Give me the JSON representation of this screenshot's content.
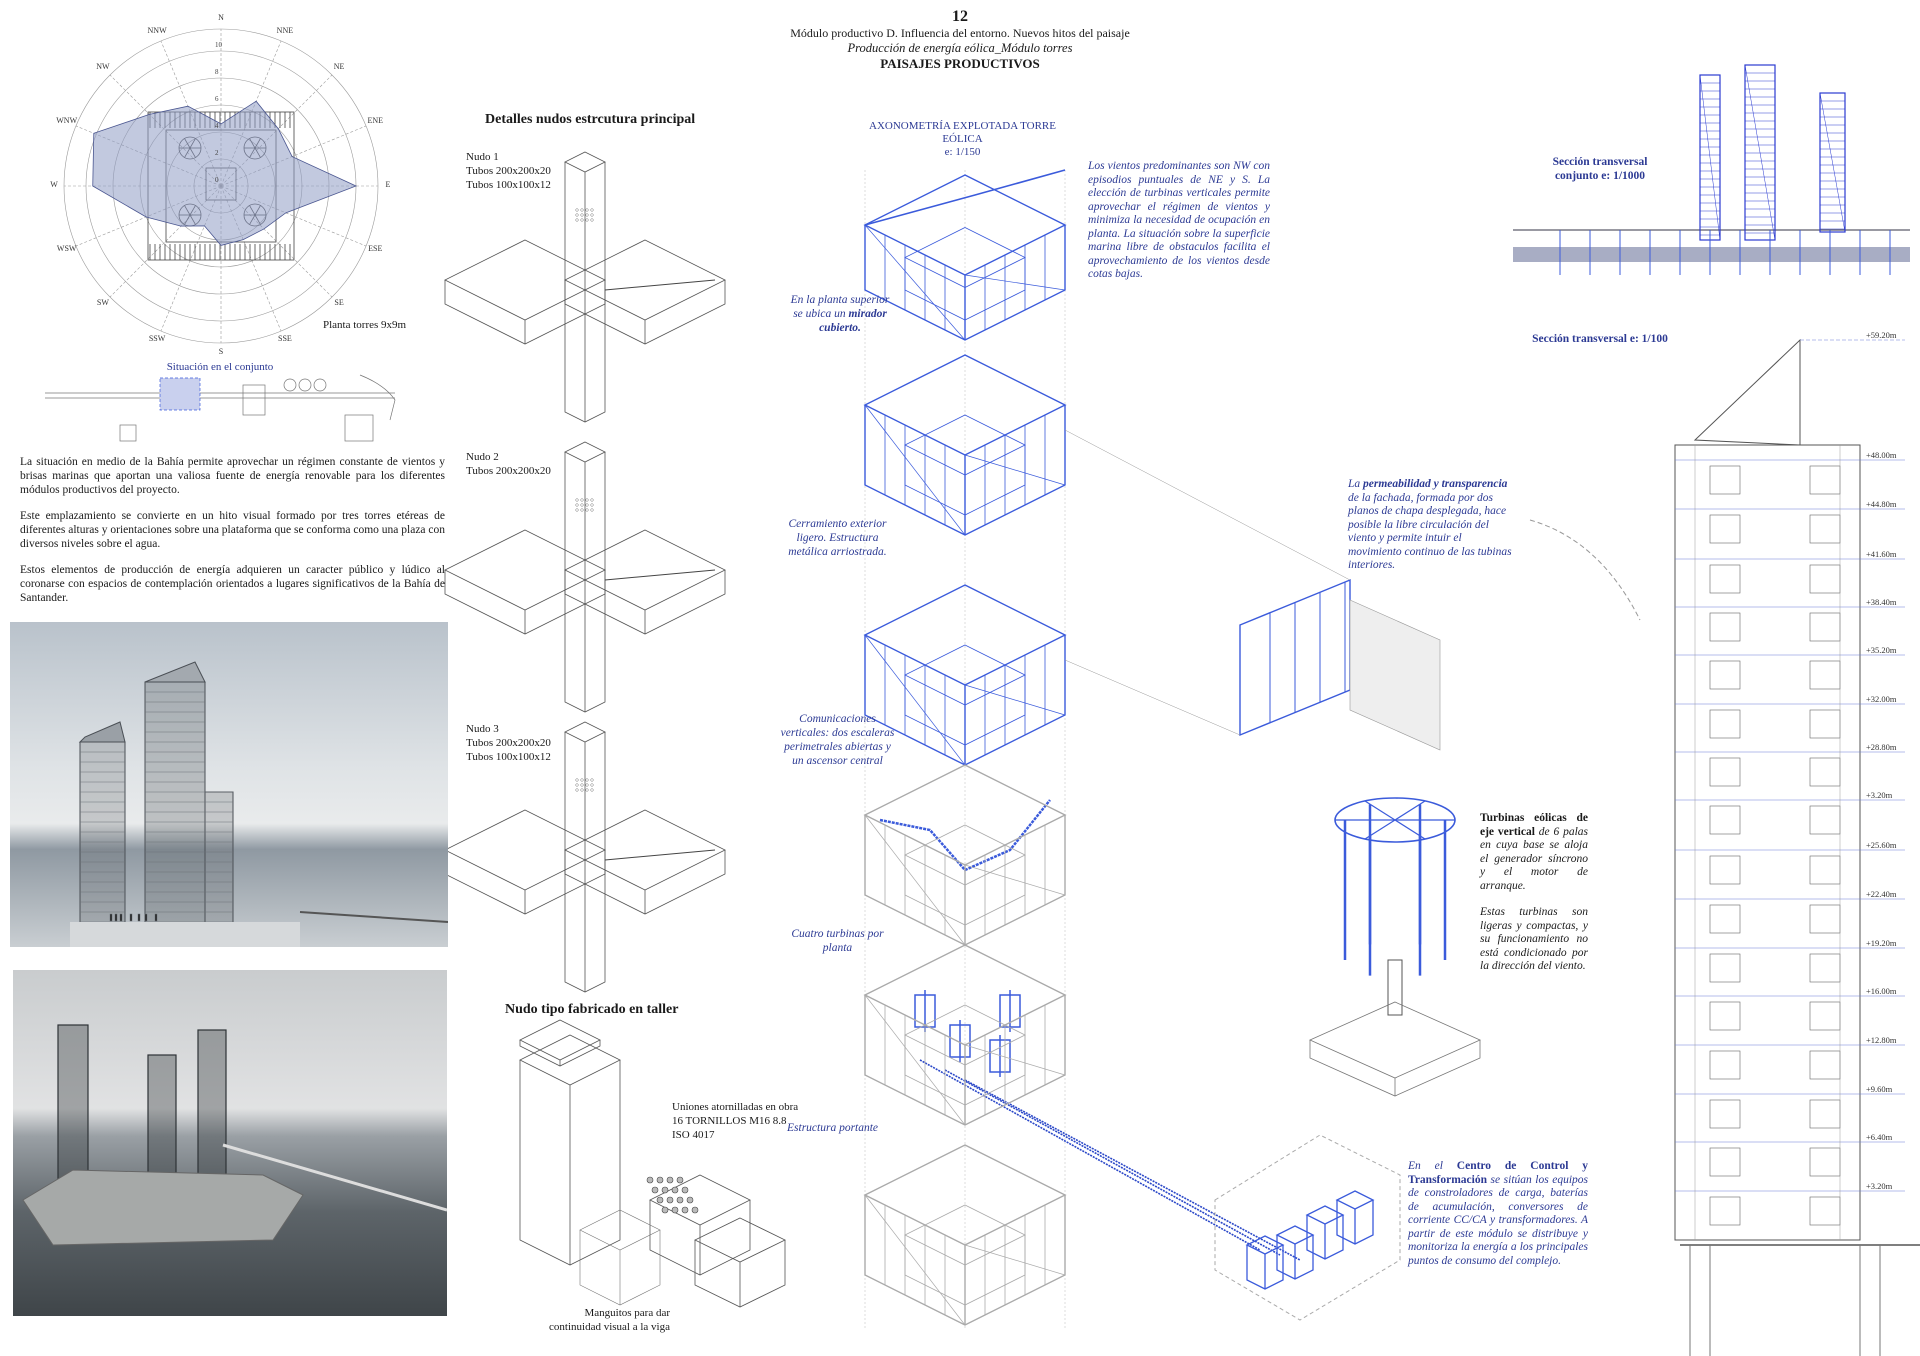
{
  "header": {
    "page_number": "12",
    "subtitle": "Módulo productivo D. Influencia del entorno. Nuevos hitos del paisaje",
    "subtitle_italic": "Producción de energía eólica_Módulo torres",
    "title": "PAISAJES PRODUCTIVOS"
  },
  "wind_rose": {
    "plan_label": "Planta torres 9x9m",
    "situation_label": "Situación en el conjunto",
    "directions": [
      "N",
      "NNE",
      "NE",
      "ENE",
      "E",
      "ESE",
      "SE",
      "SSE",
      "S",
      "SSW",
      "SW",
      "WSW",
      "W",
      "WNW",
      "NW",
      "NNW"
    ],
    "ring_labels": [
      "0",
      "2",
      "4",
      "6",
      "8",
      "10"
    ]
  },
  "chart_data": {
    "type": "radar",
    "title": "Rosa de los vientos",
    "categories": [
      "N",
      "NNE",
      "NE",
      "ENE",
      "E",
      "ESE",
      "SE",
      "SSE",
      "S",
      "SSW",
      "SW",
      "WSW",
      "W",
      "WNW",
      "NW",
      "NNW"
    ],
    "values": [
      4.6,
      6.8,
      6.0,
      5.7,
      10.0,
      5.2,
      4.5,
      4.3,
      4.4,
      3.2,
      4.2,
      6.0,
      9.5,
      10.2,
      7.5,
      6.4
    ],
    "rlim": [
      0,
      10
    ],
    "ticks": [
      0,
      2,
      4,
      6,
      8,
      10
    ]
  },
  "intro": {
    "p1": "La situación en medio de la Bahía permite aprovechar un régimen constante de vientos y brisas marinas que aportan una valiosa fuente de energía renovable para los diferentes módulos productivos del proyecto.",
    "p2": "Este emplazamiento se convierte en un hito visual formado por tres torres etéreas de diferentes alturas y orientaciones sobre una plataforma que se conforma como una plaza con diversos niveles sobre el agua.",
    "p3": "Estos elementos de producción de energía adquieren un caracter público y lúdico al coronarse con espacios de contemplación orientados a lugares significativos de la Bahía de Santander."
  },
  "nodes": {
    "title": "Detalles nudos estrcutura principal",
    "items": [
      {
        "name": "Nudo 1",
        "specs": [
          "Tubos 200x200x20",
          "Tubos 100x100x12"
        ]
      },
      {
        "name": "Nudo 2",
        "specs": [
          "Tubos 200x200x20"
        ]
      },
      {
        "name": "Nudo 3",
        "specs": [
          "Tubos 200x200x20",
          "Tubos 100x100x12"
        ]
      }
    ],
    "workshop_title": "Nudo tipo fabricado en taller",
    "unions": [
      "Uniones atornilladas en obra",
      "16 TORNILLOS M16 8.8",
      "ISO 4017"
    ],
    "sleeves": [
      "Manguitos para dar",
      "continuidad visual a la viga"
    ]
  },
  "axonometry": {
    "title": "AXONOMETRÍA EXPLOTADA TORRE EÓLICA",
    "scale": "e: 1/150",
    "notes": {
      "upper_a": "En la planta superior se ubica un ",
      "upper_b": "mirador cubierto.",
      "enclosure": "Cerramiento exterior ligero. Estructura metálica arriostrada.",
      "circulation": "Comunicaciones verticales: dos escaleras perimetrales abiertas y un ascensor central",
      "turbines": "Cuatro turbinas por planta",
      "structure": "Estructura portante"
    }
  },
  "wind_text": "Los vientos predominantes son NW con episodios puntuales de NE y S. La elección de turbinas verticales permite aprovechar el régimen de vientos y minimiza la necesidad de ocupación en planta. La situación sobre la superficie marina libre de obstaculos facilita el aprovechamiento de los vientos desde cotas bajas.",
  "facade_text": {
    "a": "La ",
    "b": "permeabilidad y transparencia",
    "c": " de la fachada, formada por dos planos de chapa desplegada, hace posible la libre circulación del viento y permite intuir el movimiento continuo de las tubinas interiores."
  },
  "turbine_text": {
    "a": "Turbinas eólicas de eje vertical",
    "b": " de 6 palas en cuya base se aloja el generador síncrono y el motor de arranque.",
    "c": "Estas turbinas son ligeras y compactas, y su funcionamiento no está condicionado por la dirección del viento."
  },
  "control_text": {
    "a": "En el ",
    "b": "Centro de Control y Transformación",
    "c": " se sitúan los equipos de constroladores de carga, baterías de acumulación, conversores de corriente CC/CA y transformadores. A partir de este módulo se distribuye y monitoriza la energía a los principales puntos de consumo del complejo."
  },
  "sections": {
    "overall_title": "Sección transversal conjunto e: 1/1000",
    "detail_title": "Sección transversal e: 1/100",
    "elevations": [
      "+59.20m",
      "+48.00m",
      "+44.80m",
      "+41.60m",
      "+38.40m",
      "+35.20m",
      "+32.00m",
      "+28.80m",
      "+3.20m",
      "+25.60m",
      "+22.40m",
      "+19.20m",
      "+16.00m",
      "+12.80m",
      "+9.60m",
      "+6.40m",
      "+3.20m"
    ]
  },
  "colors": {
    "accent_blue": "#3b5bdb",
    "text_blue": "#2c3a94",
    "rose_fill": "#8f9cc4"
  }
}
